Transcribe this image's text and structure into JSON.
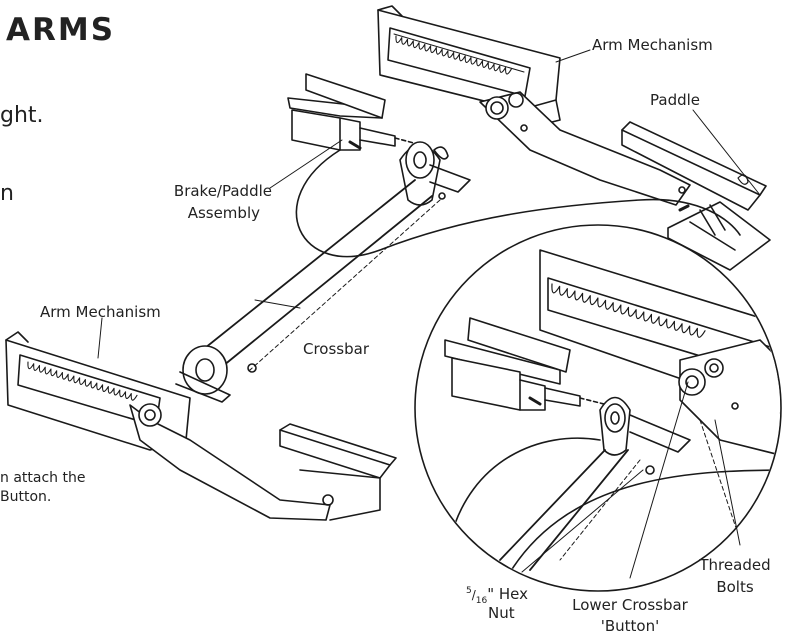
{
  "heading": "ARMS",
  "body_fragments": {
    "line1": "ght.",
    "line2": "n"
  },
  "bottom_left_text": {
    "line1": "n attach the",
    "line2": "Button."
  },
  "labels": {
    "arm_mechanism_top": "Arm Mechanism",
    "paddle": "Paddle",
    "brake_paddle_line1": "Brake/Paddle",
    "brake_paddle_line2": "Assembly",
    "arm_mechanism_left": "Arm Mechanism",
    "crossbar": "Crossbar",
    "threaded_bolts_line1": "Threaded",
    "threaded_bolts_line2": "Bolts",
    "hex_nut_fraction_num": "5",
    "hex_nut_fraction_den": "16",
    "hex_nut_line1_suffix": "\" Hex",
    "hex_nut_line2": "Nut",
    "lower_crossbar_line1": "Lower Crossbar",
    "lower_crossbar_line2": "'Button'"
  },
  "colors": {
    "line": "#1a1a1a",
    "text": "#222222",
    "background": "#ffffff"
  }
}
